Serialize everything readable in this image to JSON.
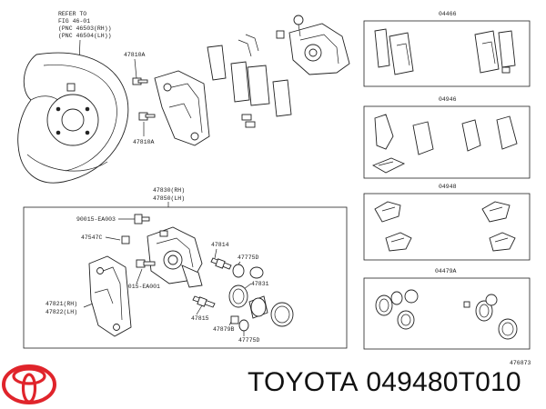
{
  "refer_note": {
    "line1": "REFER TO",
    "line2": "FIG 46-01",
    "line3": "(PNC 46503(RH))",
    "line4": "(PNC 46504(LH))"
  },
  "callouts": {
    "c47810a_top": "47810A",
    "c47810a_bottom": "47810A",
    "c47830": "47830(RH)",
    "c47850": "47850(LH)",
    "c90015_top": "90015-EA003",
    "c47547c": "47547C",
    "c47814": "47814",
    "c47775d_top": "47775D",
    "c47831": "47831",
    "c90015_bottom": "90015-EA001",
    "c47821": "47821(RH)",
    "c47822": "47822(LH)",
    "c47815": "47815",
    "c47879b": "47879B",
    "c47775d_bottom": "47775D"
  },
  "kits": [
    {
      "code": "04466"
    },
    {
      "code": "04946"
    },
    {
      "code": "04948"
    },
    {
      "code": "04479A"
    }
  ],
  "figure_id": "476873",
  "footer": {
    "brand": "TOYOTA",
    "part_number": "049480T010"
  },
  "colors": {
    "logo_red": "#e0242b",
    "line": "#222222"
  },
  "icons": {
    "logo": "toyota-logo-icon"
  }
}
